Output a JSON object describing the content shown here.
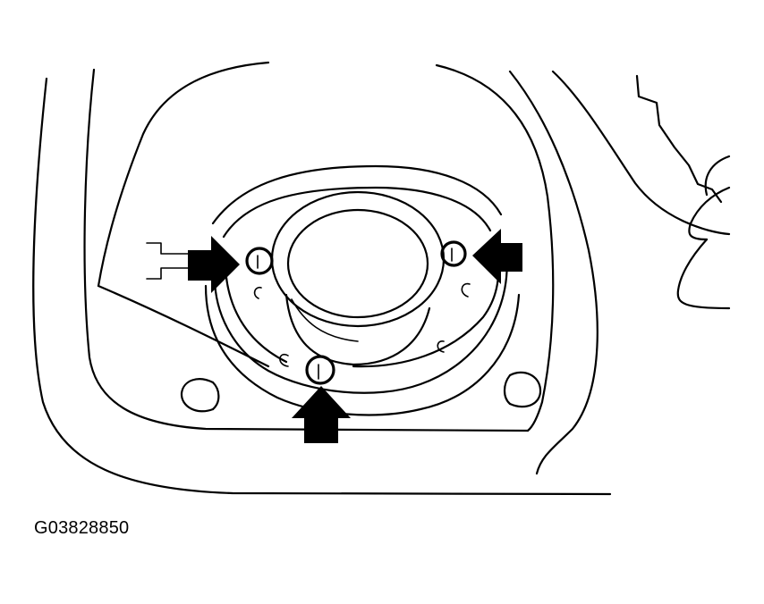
{
  "figure": {
    "id_label": "G03828850",
    "callouts": [
      {
        "name": "left-clip-arrow",
        "direction": "right"
      },
      {
        "name": "right-clip-arrow",
        "direction": "left"
      },
      {
        "name": "bottom-clip-arrow",
        "direction": "up"
      }
    ],
    "line_color": "#000000",
    "background": "#ffffff"
  }
}
